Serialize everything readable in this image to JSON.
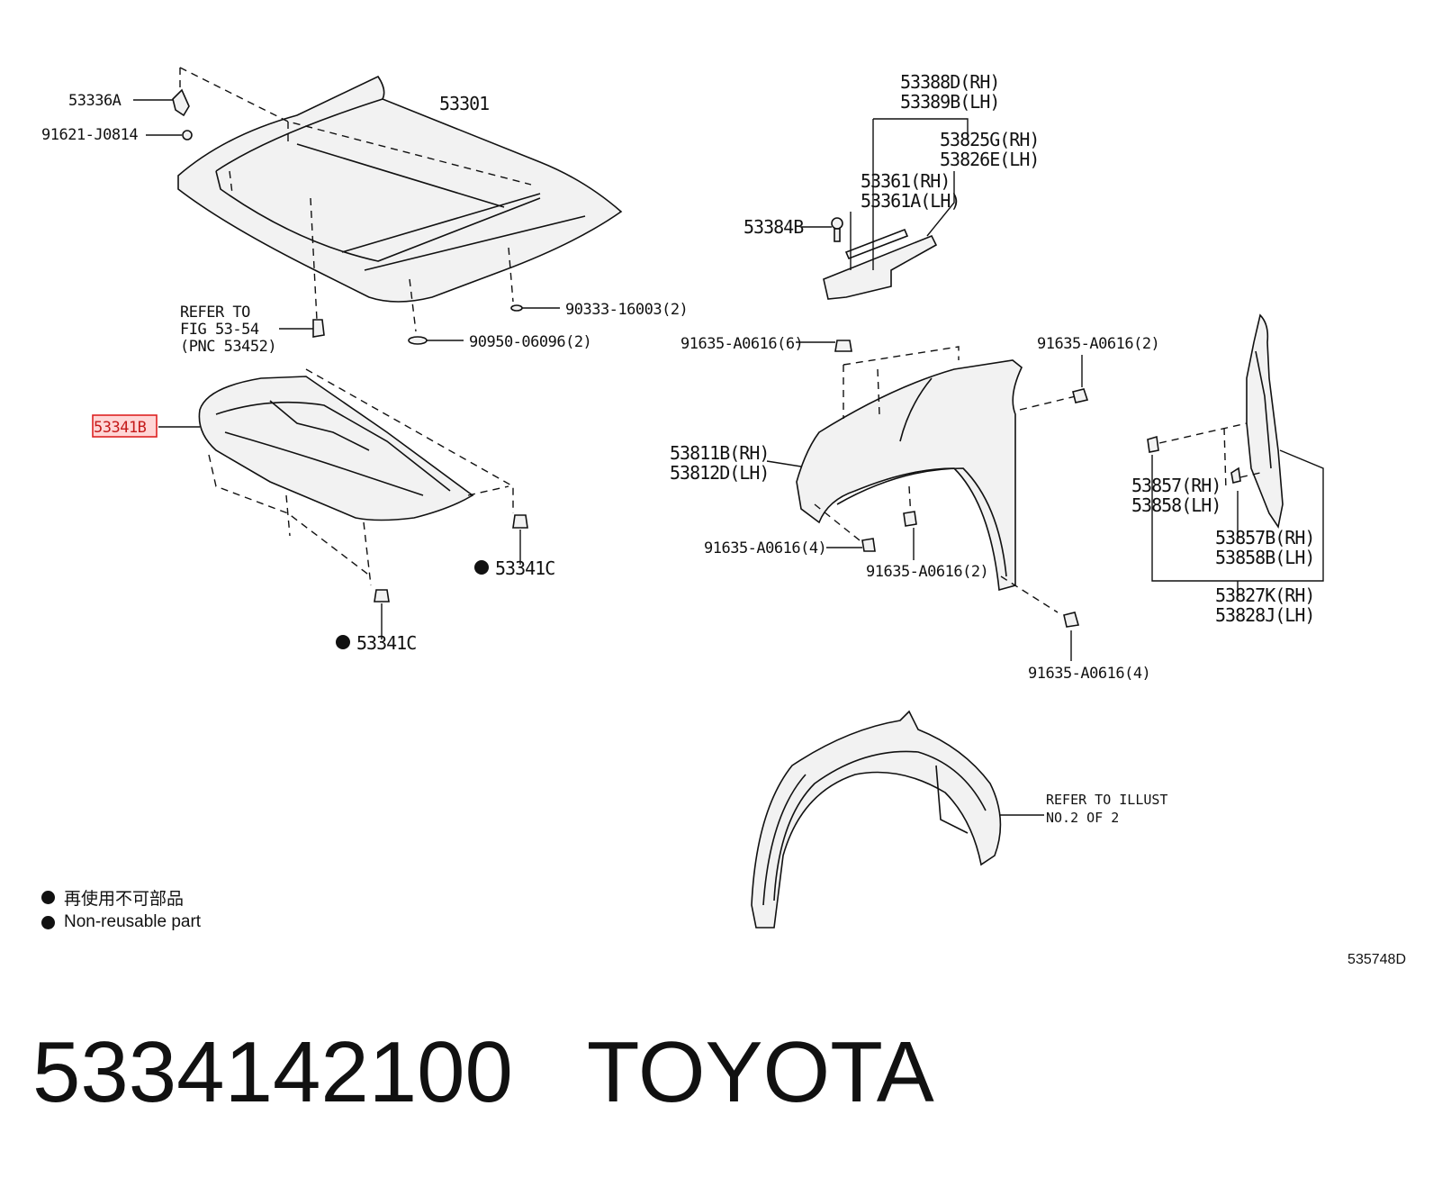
{
  "labels": {
    "l53336a": "53336A",
    "l91621": "91621-J0814",
    "l53301": "53301",
    "refer1a": "REFER TO",
    "refer1b": "FIG 53-54",
    "refer1c": "(PNC 53452)",
    "l90333": "90333-16003(2)",
    "l90950": "90950-06096(2)",
    "l53341b": "53341B",
    "l53341c1": "53341C",
    "l53341c2": "53341C",
    "l53388d": "53388D(RH)",
    "l53389b": "53389B(LH)",
    "l53825g": "53825G(RH)",
    "l53826e": "53826E(LH)",
    "l53361": "53361(RH)",
    "l53361a": "53361A(LH)",
    "l53384b": "53384B",
    "l91635_6": "91635-A0616(6)",
    "l91635_2a": "91635-A0616(2)",
    "l53811b": "53811B(RH)",
    "l53812d": "53812D(LH)",
    "l91635_4a": "91635-A0616(4)",
    "l91635_2b": "91635-A0616(2)",
    "l53857": "53857(RH)",
    "l53858": "53858(LH)",
    "l53857b": "53857B(RH)",
    "l53858b": "53858B(LH)",
    "l53827k": "53827K(RH)",
    "l53828j": "53828J(LH)",
    "l91635_4b": "91635-A0616(4)",
    "refer2a": "REFER TO ILLUST",
    "refer2b": "NO.2 OF 2"
  },
  "legend": {
    "line1": "再使用不可部品",
    "line2": "Non-reusable part"
  },
  "diagram_code": "535748D",
  "part_number": "5334142100",
  "brand": "TOYOTA",
  "highlight_color": "#d22222"
}
